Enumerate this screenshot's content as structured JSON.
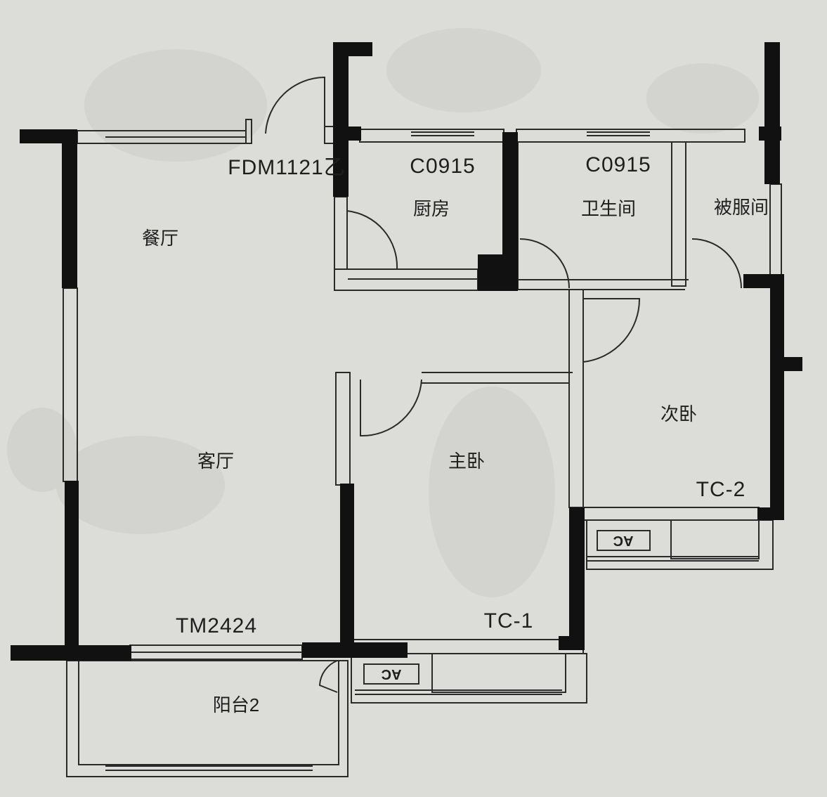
{
  "rooms": {
    "dining": "餐厅",
    "living": "客厅",
    "kitchen": "厨房",
    "bathroom": "卫生间",
    "cloakroom": "被服间",
    "master_bedroom": "主卧",
    "second_bedroom": "次卧",
    "balcony": "阳台2"
  },
  "openings": {
    "entry_door": "FDM1121乙",
    "kitchen_window": "C0915",
    "bath_window": "C0915",
    "balcony_door": "TM2424",
    "master_window": "TC-1",
    "second_window": "TC-2"
  },
  "ac_units": {
    "ac_label": "AC"
  },
  "colors": {
    "paper": "#dcdcd9",
    "wall": "#111111",
    "line": "#2a2a2a"
  }
}
